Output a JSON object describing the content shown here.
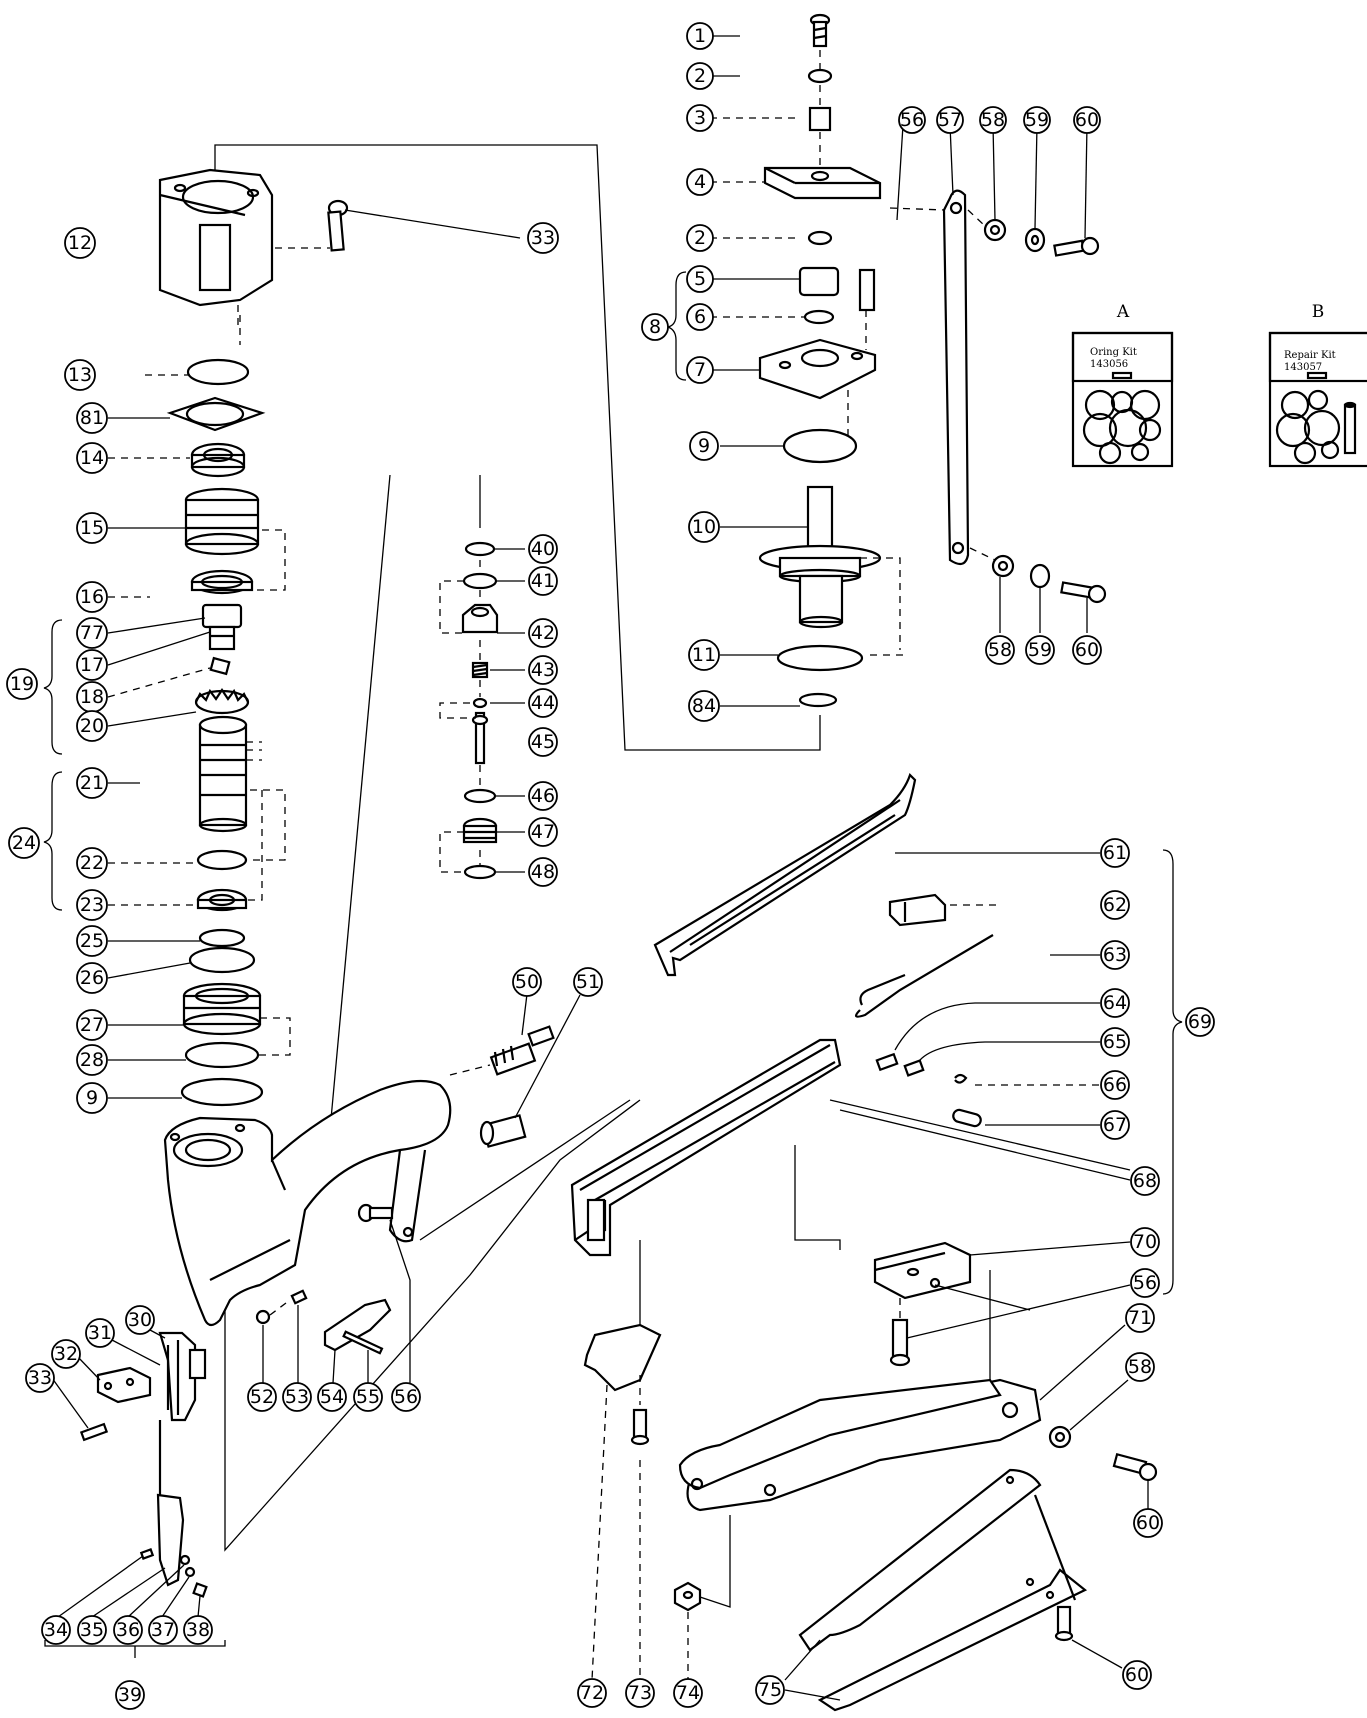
{
  "diagram": {
    "type": "exploded parts diagram",
    "callouts": {
      "c1": "1",
      "c2a": "2",
      "c3": "3",
      "c4": "4",
      "c2b": "2",
      "c5": "5",
      "c8": "8",
      "c6": "6",
      "c7": "7",
      "c9a": "9",
      "c10": "10",
      "c11": "11",
      "c84": "84",
      "c56a": "56",
      "c57": "57",
      "c58a": "58",
      "c59a": "59",
      "c60a": "60",
      "c58b": "58",
      "c59b": "59",
      "c60b": "60",
      "c12": "12",
      "c33a": "33",
      "c13": "13",
      "c81": "81",
      "c14": "14",
      "c15": "15",
      "c16": "16",
      "c77": "77",
      "c17": "17",
      "c19": "19",
      "c18": "18",
      "c20": "20",
      "c21": "21",
      "c24": "24",
      "c22": "22",
      "c23": "23",
      "c25": "25",
      "c26": "26",
      "c27": "27",
      "c28": "28",
      "c9b": "9",
      "c40": "40",
      "c41": "41",
      "c42": "42",
      "c43": "43",
      "c44": "44",
      "c45": "45",
      "c46": "46",
      "c47": "47",
      "c48": "48",
      "c50": "50",
      "c51": "51",
      "c61": "61",
      "c62": "62",
      "c63": "63",
      "c64": "64",
      "c65": "65",
      "c66": "66",
      "c67": "67",
      "c68": "68",
      "c69": "69",
      "c70": "70",
      "c56b": "56",
      "c71": "71",
      "c58c": "58",
      "c60c": "60",
      "c60d": "60",
      "c30": "30",
      "c31": "31",
      "c32": "32",
      "c33b": "33",
      "c52": "52",
      "c53": "53",
      "c54": "54",
      "c55": "55",
      "c56c": "56",
      "c34": "34",
      "c35": "35",
      "c36": "36",
      "c37": "37",
      "c38": "38",
      "c39": "39",
      "c72": "72",
      "c73": "73",
      "c74": "74",
      "c75": "75"
    },
    "kits": {
      "a": {
        "letter": "A",
        "name": "Oring Kit",
        "number": "143056"
      },
      "b": {
        "letter": "B",
        "name": "Repair Kit",
        "number": "143057"
      }
    }
  }
}
